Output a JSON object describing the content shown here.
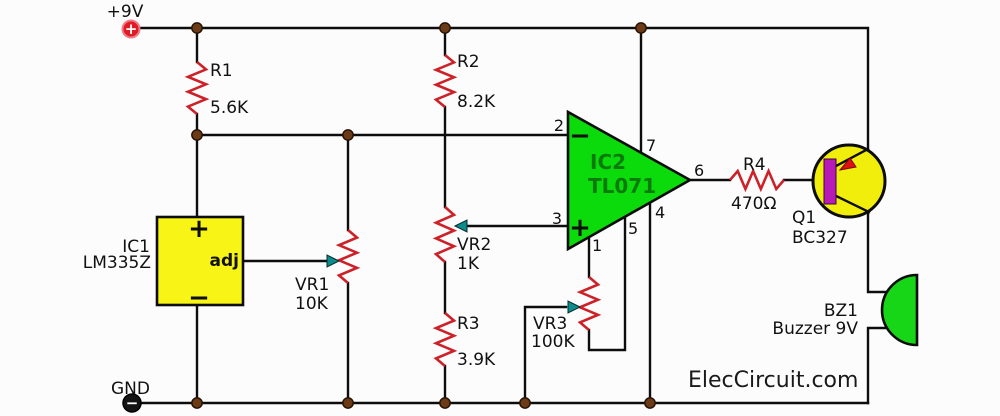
{
  "colors": {
    "resistor": "#cc2128",
    "junction": "#6b3a16",
    "power_terminal": "#e01b24",
    "ground_terminal": "#141414",
    "ic1_fill": "#f8f415",
    "opamp_fill": "#0bdb0b",
    "opamp_text": "#0a7a0a",
    "transistor_body": "#f2ee0c",
    "transistor_base_bar": "#b81ab8",
    "emitter_arrow": "#dd1111",
    "buzzer_fill": "#17d517",
    "pot_arrow": "#0d8c8c"
  },
  "power": {
    "positive_label": "+9V",
    "positive_symbol": "+",
    "ground_label": "GND",
    "ground_symbol": "−"
  },
  "credit": "ElecCircuit.com",
  "components": {
    "r1": {
      "ref": "R1",
      "value": "5.6K"
    },
    "r2": {
      "ref": "R2",
      "value": "8.2K"
    },
    "r3": {
      "ref": "R3",
      "value": "3.9K"
    },
    "r4": {
      "ref": "R4",
      "value": "470Ω"
    },
    "vr1": {
      "ref": "VR1",
      "value": "10K"
    },
    "vr2": {
      "ref": "VR2",
      "value": "1K"
    },
    "vr3": {
      "ref": "VR3",
      "value": "100K"
    },
    "ic1": {
      "ref": "IC1",
      "part": "LM335Z",
      "pin_plus": "+",
      "pin_minus": "−",
      "pin_adj": "adj"
    },
    "ic2": {
      "ref": "IC2",
      "part": "TL071",
      "input_minus": "−",
      "input_plus": "+",
      "pins": {
        "inverting": "2",
        "noninverting": "3",
        "v_plus": "7",
        "v_minus": "4",
        "output": "6",
        "offset_n1": "1",
        "offset_n2": "5"
      }
    },
    "q1": {
      "ref": "Q1",
      "part": "BC327"
    },
    "bz1": {
      "ref": "BZ1",
      "part": "Buzzer 9V"
    }
  }
}
